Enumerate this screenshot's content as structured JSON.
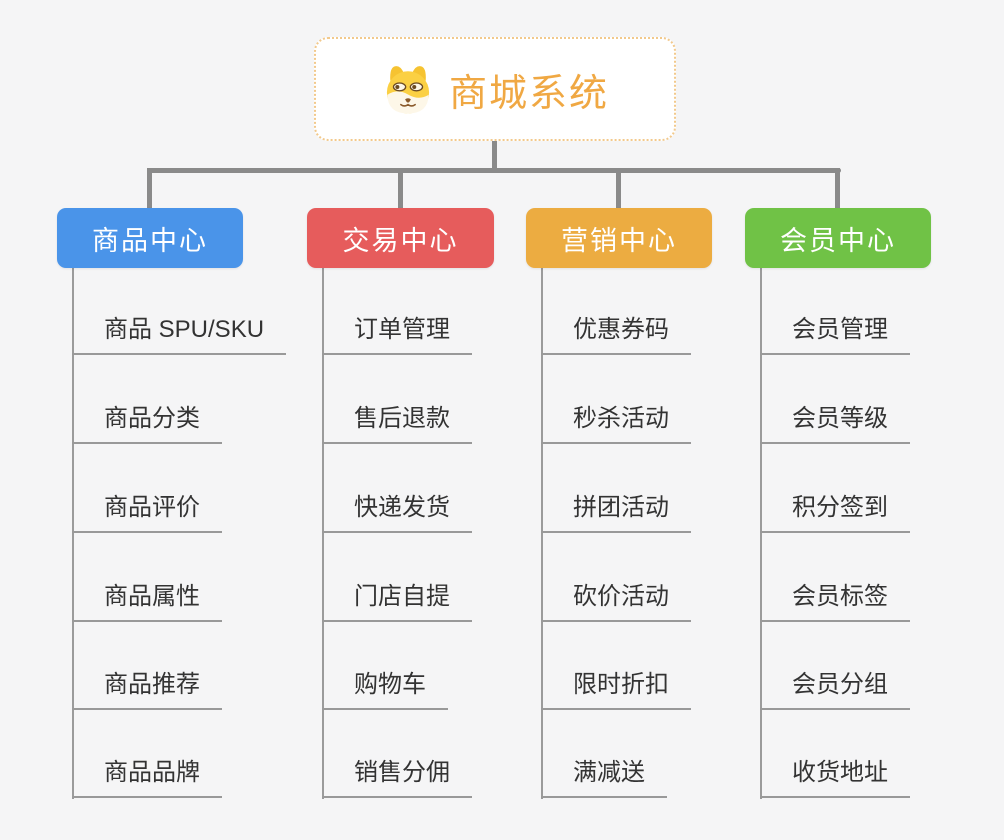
{
  "root": {
    "title": "商城系统",
    "icon": "doge-face-icon"
  },
  "branches": [
    {
      "label": "商品中心",
      "color": "#4a94e9",
      "items": [
        "商品 SPU/SKU",
        "商品分类",
        "商品评价",
        "商品属性",
        "商品推荐",
        "商品品牌"
      ]
    },
    {
      "label": "交易中心",
      "color": "#e65c5c",
      "items": [
        "订单管理",
        "售后退款",
        "快递发货",
        "门店自提",
        "购物车",
        "销售分佣"
      ]
    },
    {
      "label": "营销中心",
      "color": "#ecac41",
      "items": [
        "优惠券码",
        "秒杀活动",
        "拼团活动",
        "砍价活动",
        "限时折扣",
        "满减送"
      ]
    },
    {
      "label": "会员中心",
      "color": "#70c246",
      "items": [
        "会员管理",
        "会员等级",
        "积分签到",
        "会员标签",
        "会员分组",
        "收货地址"
      ]
    }
  ],
  "colors": {
    "page_bg": "#f5f5f6",
    "connector": "#8a8a8a",
    "leaf_line": "#999999",
    "root_accent": "#f0a843",
    "root_border": "#f2c98c"
  }
}
